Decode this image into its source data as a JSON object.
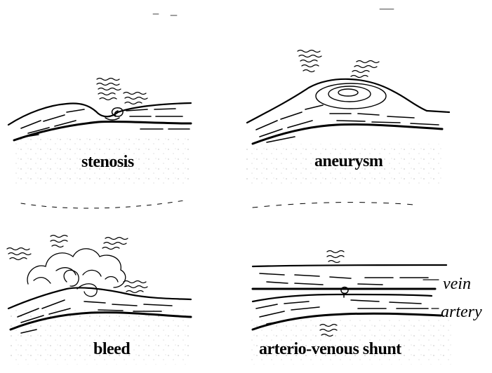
{
  "figure": {
    "panels": [
      {
        "id": "stenosis",
        "label": "stenosis"
      },
      {
        "id": "aneurysm",
        "label": "aneurysm"
      },
      {
        "id": "bleed",
        "label": "bleed"
      },
      {
        "id": "shunt",
        "label": "arterio-venous shunt"
      }
    ],
    "annotations": {
      "vein": "vein",
      "artery": "artery"
    },
    "colors": {
      "ink": "#000000",
      "speckle": "#9a9a9a",
      "background": "#ffffff"
    }
  }
}
